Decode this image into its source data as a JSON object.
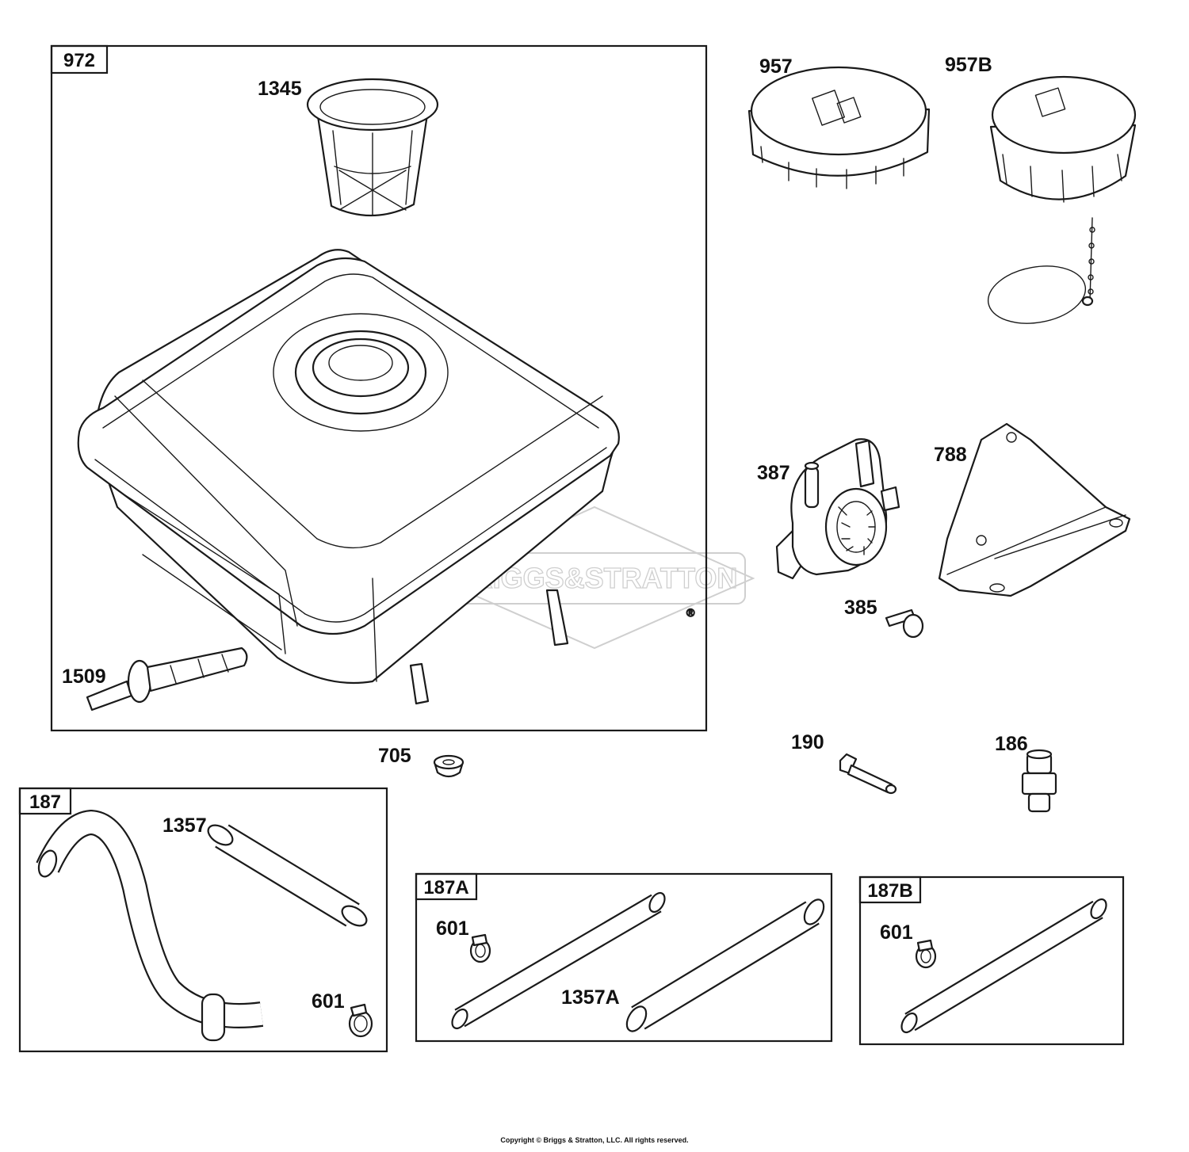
{
  "watermark": {
    "brand": "BRIGGS&STRATTON",
    "mark": "®"
  },
  "groups": [
    {
      "id": "972",
      "label": "972"
    },
    {
      "id": "187",
      "label": "187"
    },
    {
      "id": "187A",
      "label": "187A"
    },
    {
      "id": "187B",
      "label": "187B"
    }
  ],
  "callouts": {
    "p1345": "1345",
    "p1509": "1509",
    "p957": "957",
    "p957B": "957B",
    "p387": "387",
    "p788": "788",
    "p385": "385",
    "p705": "705",
    "p190": "190",
    "p186": "186",
    "p1357": "1357",
    "p601a": "601",
    "p601b": "601",
    "p1357A": "1357A",
    "p601c": "601"
  },
  "footer": {
    "copyright": "Copyright © Briggs & Stratton, LLC. All rights reserved."
  }
}
